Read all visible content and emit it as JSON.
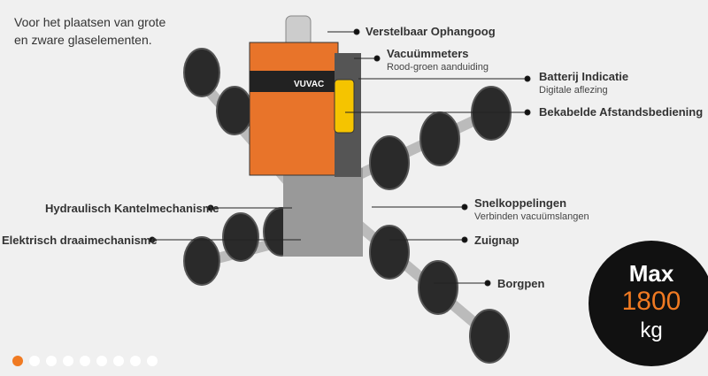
{
  "intro": "Voor het plaatsen van grote en zware glaselementen.",
  "brand": "VUVAC",
  "labels": {
    "ophangoog": "Verstelbaar Ophangoog",
    "vacuummeters": "Vacuümmeters",
    "vacuummeters_sub": "Rood-groen aanduiding",
    "batterij": "Batterij Indicatie",
    "batterij_sub": "Digitale aflezing",
    "afstandsbediening": "Bekabelde Afstandsbediening",
    "hydraulisch": "Hydraulisch Kantelmechanisme",
    "elektrisch": "Elektrisch draaimechanisme",
    "snelkoppelingen": "Snelkoppelingen",
    "snelkoppelingen_sub": "Verbinden vacuümslangen",
    "zuignap": "Zuignap",
    "borgpen": "Borgpen"
  },
  "badge": {
    "top": "Max",
    "value": "1800",
    "unit": "kg"
  },
  "carousel": {
    "total": 9,
    "active": 0
  },
  "colors": {
    "accent": "#f07a22",
    "background": "#f0f0f0"
  }
}
